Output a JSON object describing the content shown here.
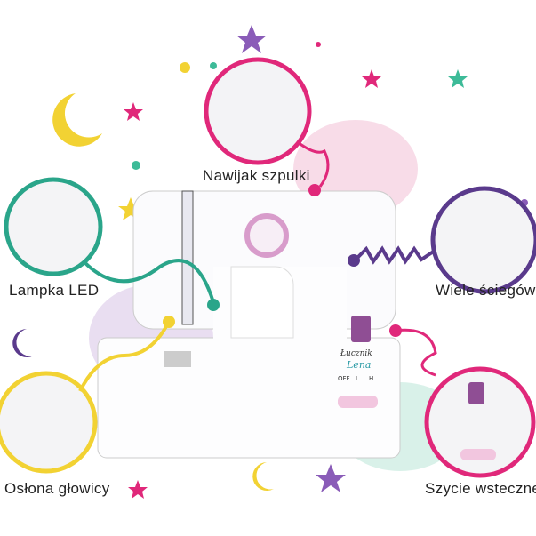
{
  "callouts": {
    "bobbin_winder": "Nawijak szpulki",
    "led_lamp": "Lampka LED",
    "many_stitches": "Wiele ściegów",
    "head_cover": "Osłona głowicy",
    "reverse_sewing": "Szycie wsteczne"
  },
  "machine": {
    "brand": "Łucznik",
    "model": "Lena",
    "switch_off": "OFF",
    "switch_l": "L",
    "switch_h": "H"
  },
  "colors": {
    "pink": "#e0287a",
    "green": "#2aa58a",
    "purple": "#5a3a8c",
    "yellow": "#f2d233"
  }
}
